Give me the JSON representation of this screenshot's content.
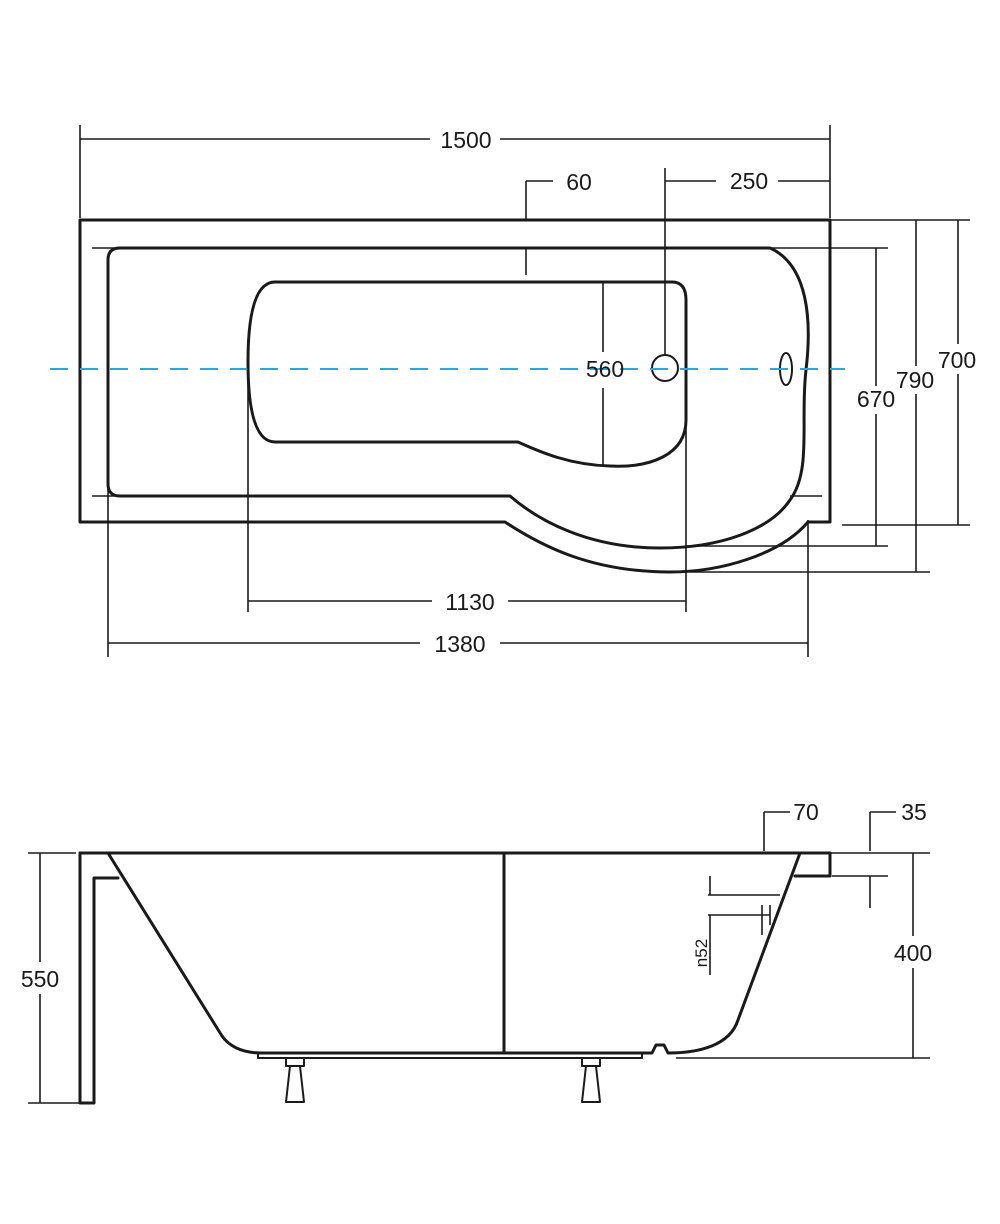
{
  "colors": {
    "line": "#1a1a1a",
    "centerline": "#29a8e0",
    "background": "#ffffff"
  },
  "top_view": {
    "dims": {
      "overall_length": "1500",
      "rim_offset": "60",
      "drain_offset": "250",
      "inner_width_mid": "560",
      "inner_width": "670",
      "width_max": "790",
      "width_min": "700",
      "bottom_length": "1130",
      "inner_length": "1380"
    }
  },
  "side_view": {
    "dims": {
      "total_height": "550",
      "depth": "400",
      "rim_width": "70",
      "edge": "35",
      "overflow": "n52"
    }
  }
}
